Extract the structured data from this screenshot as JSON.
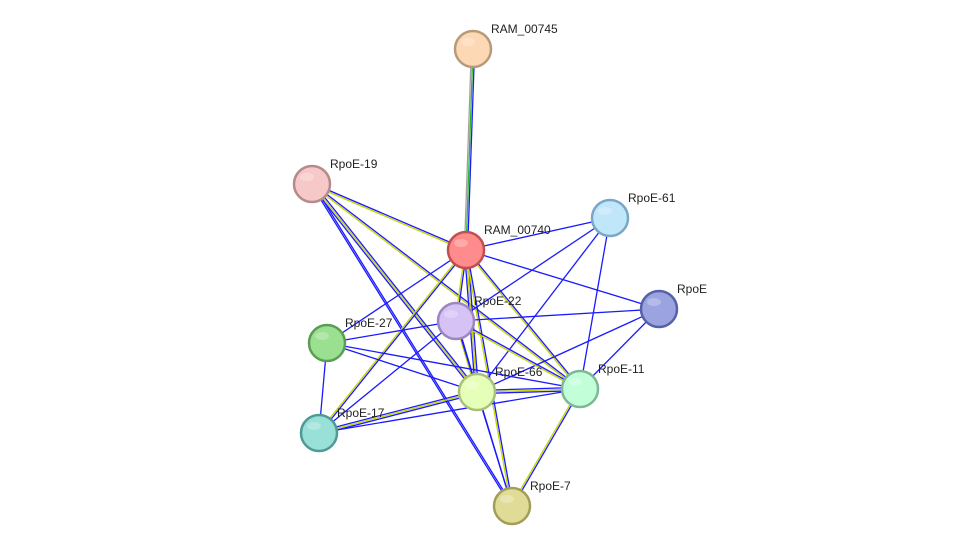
{
  "network": {
    "nodes": [
      {
        "id": "RAM_00745",
        "label": "RAM_00745",
        "fill": "#fcd9b4",
        "stroke": "#b89a78"
      },
      {
        "id": "RpoE-19",
        "label": "RpoE-19",
        "fill": "#f7c8c8",
        "stroke": "#b58a8a"
      },
      {
        "id": "RAM_00740",
        "label": "RAM_00740",
        "fill": "#ff8c8c",
        "stroke": "#c0504d"
      },
      {
        "id": "RpoE-61",
        "label": "RpoE-61",
        "fill": "#c0e6fa",
        "stroke": "#7aa7c7"
      },
      {
        "id": "RpoE",
        "label": "RpoE",
        "fill": "#9ba4e0",
        "stroke": "#5561a8"
      },
      {
        "id": "RpoE-22",
        "label": "RpoE-22",
        "fill": "#d6c2f5",
        "stroke": "#9b86c0"
      },
      {
        "id": "RpoE-27",
        "label": "RpoE-27",
        "fill": "#9ae090",
        "stroke": "#5a9d55"
      },
      {
        "id": "RpoE-66",
        "label": "RpoE-66",
        "fill": "#e6ffb8",
        "stroke": "#a9c07a"
      },
      {
        "id": "RpoE-11",
        "label": "RpoE-11",
        "fill": "#c2ffd8",
        "stroke": "#7cb894"
      },
      {
        "id": "RpoE-17",
        "label": "RpoE-17",
        "fill": "#98e0d8",
        "stroke": "#4f9a92"
      },
      {
        "id": "RpoE-7",
        "label": "RpoE-7",
        "fill": "#e0dc98",
        "stroke": "#a39d5a"
      }
    ],
    "edges": [
      {
        "source": "RAM_00745",
        "target": "RAM_00740",
        "evidence": [
          "#1a1aff",
          "#2eb82e",
          "#a0a0a0"
        ]
      },
      {
        "source": "RpoE-19",
        "target": "RAM_00740",
        "evidence": [
          "#1a1aff",
          "#c8d600"
        ]
      },
      {
        "source": "RpoE-19",
        "target": "RpoE-66",
        "evidence": [
          "#1a1aff",
          "#c8d600",
          "#1a1aff"
        ]
      },
      {
        "source": "RpoE-19",
        "target": "RpoE-7",
        "evidence": [
          "#1a1aff",
          "#1a1aff"
        ]
      },
      {
        "source": "RpoE-19",
        "target": "RpoE-11",
        "evidence": [
          "#1a1aff",
          "#c8d600"
        ]
      },
      {
        "source": "RAM_00740",
        "target": "RpoE-61",
        "evidence": [
          "#1a1aff"
        ]
      },
      {
        "source": "RAM_00740",
        "target": "RpoE",
        "evidence": [
          "#1a1aff"
        ]
      },
      {
        "source": "RAM_00740",
        "target": "RpoE-22",
        "evidence": [
          "#1a1aff",
          "#c8d600"
        ]
      },
      {
        "source": "RAM_00740",
        "target": "RpoE-27",
        "evidence": [
          "#1a1aff"
        ]
      },
      {
        "source": "RAM_00740",
        "target": "RpoE-17",
        "evidence": [
          "#1a1aff",
          "#c8d600"
        ]
      },
      {
        "source": "RAM_00740",
        "target": "RpoE-66",
        "evidence": [
          "#1a1aff",
          "#c8d600",
          "#1a1aff"
        ]
      },
      {
        "source": "RAM_00740",
        "target": "RpoE-11",
        "evidence": [
          "#1a1aff",
          "#c8d600"
        ]
      },
      {
        "source": "RAM_00740",
        "target": "RpoE-7",
        "evidence": [
          "#1a1aff",
          "#c8d600"
        ]
      },
      {
        "source": "RpoE-61",
        "target": "RpoE-22",
        "evidence": [
          "#1a1aff"
        ]
      },
      {
        "source": "RpoE-61",
        "target": "RpoE-66",
        "evidence": [
          "#1a1aff"
        ]
      },
      {
        "source": "RpoE-61",
        "target": "RpoE-11",
        "evidence": [
          "#1a1aff"
        ]
      },
      {
        "source": "RpoE",
        "target": "RpoE-22",
        "evidence": [
          "#1a1aff"
        ]
      },
      {
        "source": "RpoE",
        "target": "RpoE-66",
        "evidence": [
          "#1a1aff"
        ]
      },
      {
        "source": "RpoE",
        "target": "RpoE-11",
        "evidence": [
          "#1a1aff"
        ]
      },
      {
        "source": "RpoE-22",
        "target": "RpoE-27",
        "evidence": [
          "#1a1aff"
        ]
      },
      {
        "source": "RpoE-22",
        "target": "RpoE-17",
        "evidence": [
          "#1a1aff"
        ]
      },
      {
        "source": "RpoE-22",
        "target": "RpoE-66",
        "evidence": [
          "#1a1aff",
          "#c8d600"
        ]
      },
      {
        "source": "RpoE-22",
        "target": "RpoE-11",
        "evidence": [
          "#1a1aff",
          "#c8d600"
        ]
      },
      {
        "source": "RpoE-22",
        "target": "RpoE-7",
        "evidence": [
          "#1a1aff"
        ]
      },
      {
        "source": "RpoE-27",
        "target": "RpoE-66",
        "evidence": [
          "#1a1aff"
        ]
      },
      {
        "source": "RpoE-27",
        "target": "RpoE-11",
        "evidence": [
          "#1a1aff"
        ]
      },
      {
        "source": "RpoE-27",
        "target": "RpoE-17",
        "evidence": [
          "#1a1aff"
        ]
      },
      {
        "source": "RpoE-66",
        "target": "RpoE-17",
        "evidence": [
          "#1a1aff",
          "#c8d600",
          "#1a1aff"
        ]
      },
      {
        "source": "RpoE-66",
        "target": "RpoE-11",
        "evidence": [
          "#1a1aff",
          "#c8d600",
          "#1a1aff"
        ]
      },
      {
        "source": "RpoE-66",
        "target": "RpoE-7",
        "evidence": [
          "#1a1aff"
        ]
      },
      {
        "source": "RpoE-11",
        "target": "RpoE-17",
        "evidence": [
          "#1a1aff"
        ]
      },
      {
        "source": "RpoE-11",
        "target": "RpoE-7",
        "evidence": [
          "#1a1aff",
          "#c8d600"
        ]
      }
    ]
  }
}
